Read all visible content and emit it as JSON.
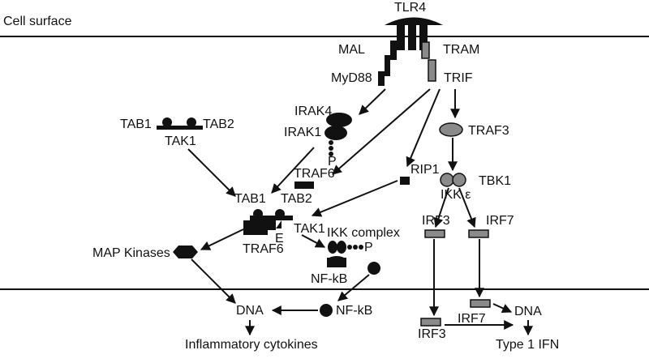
{
  "labels": {
    "cell_surface": "Cell surface",
    "tlr4": "TLR4",
    "mal": "MAL",
    "tram": "TRAM",
    "myd88": "MyD88",
    "trif": "TRIF",
    "irak4": "IRAK4",
    "irak1": "IRAK1",
    "p_irak": "P",
    "traf6_top": "TRAF6",
    "tab1_top": "TAB1",
    "tab2_top": "TAB2",
    "tak1_top": "TAK1",
    "tab1_mid": "TAB1",
    "tab2_mid": "TAB2",
    "e_mark": "E",
    "tak1_mid": "TAK1",
    "traf6_mid": "TRAF6",
    "map_kinases": "MAP Kinases",
    "ikk_complex": "IKK complex",
    "p_ikk": "P",
    "nfkb_mid": "NF-kB",
    "nfkb_low": "NF-kB",
    "dna_left": "DNA",
    "inflammatory": "Inflammatory cytokines",
    "traf3": "TRAF3",
    "rip1": "RIP1",
    "tbk1": "TBK1",
    "ikk_eps": "IKK ε",
    "irf3_mid": "IRF3",
    "irf7_mid": "IRF7",
    "irf7_low": "IRF7",
    "irf3_low": "IRF3",
    "dna_right": "DNA",
    "type1_ifn": "Type 1 IFN"
  }
}
